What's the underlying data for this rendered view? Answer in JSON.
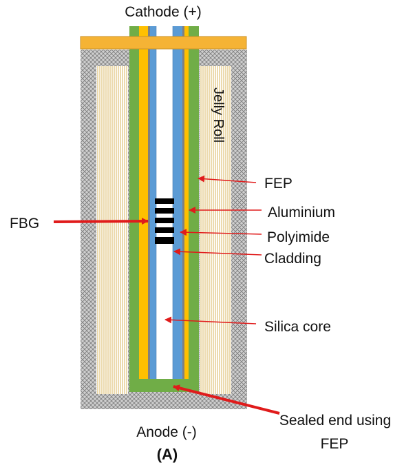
{
  "labels": {
    "cathode": "Cathode (+)",
    "anode": "Anode (-)",
    "jelly_roll": "Jelly Roll",
    "fbg": "FBG",
    "fep": "FEP",
    "aluminium": "Aluminium",
    "polyimide": "Polyimide",
    "cladding": "Cladding",
    "silica_core": "Silica core",
    "sealed_line1": "Sealed end using",
    "sealed_line2": "FEP",
    "panel": "(A)"
  },
  "colors": {
    "casing": "#c9c9c9",
    "cap": "#f5b335",
    "fep": "#70ad47",
    "aluminium": "#ffc000",
    "polyimide": "#808080",
    "cladding": "#5b9bd5",
    "core": "#ffffff",
    "jelly_roll_lines": "#d9b65c",
    "fbg_grating": "#000000",
    "arrow": "#e01b1b"
  }
}
